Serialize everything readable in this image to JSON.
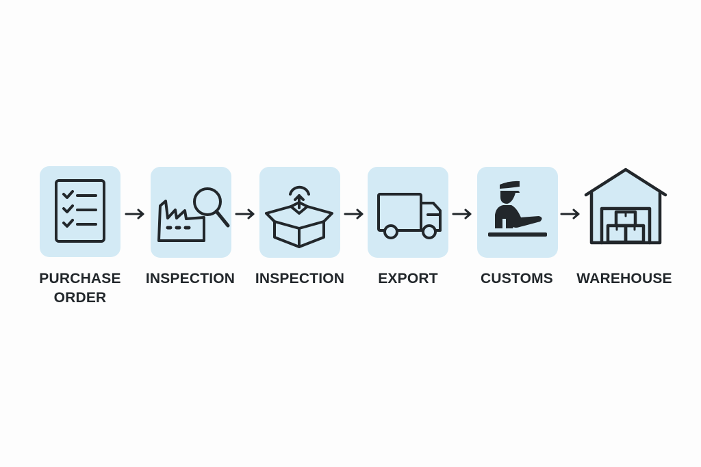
{
  "diagram": {
    "type": "process-flow",
    "direction": "left-to-right",
    "colors": {
      "tile_background": "#d3eaf5",
      "icon_stroke": "#22272b",
      "text": "#22272b",
      "page_background": "#fdfdfd"
    },
    "steps": [
      {
        "id": 1,
        "label_line1": "PURCHASE",
        "label_line2": "ORDER",
        "icon": "checklist-icon"
      },
      {
        "id": 2,
        "label_line1": "INSPECTION",
        "icon": "factory-magnifier-icon"
      },
      {
        "id": 3,
        "label_line1": "INSPECTION",
        "icon": "open-box-icon"
      },
      {
        "id": 4,
        "label_line1": "EXPORT",
        "icon": "truck-icon"
      },
      {
        "id": 5,
        "label_line1": "CUSTOMS",
        "icon": "customs-officer-icon"
      },
      {
        "id": 6,
        "label_line1": "WAREHOUSE",
        "icon": "warehouse-icon"
      }
    ],
    "connectors": [
      {
        "from": 1,
        "to": 2,
        "icon": "arrow-right-icon"
      },
      {
        "from": 2,
        "to": 3,
        "icon": "arrow-right-icon"
      },
      {
        "from": 3,
        "to": 4,
        "icon": "arrow-right-icon"
      },
      {
        "from": 4,
        "to": 5,
        "icon": "arrow-right-icon"
      },
      {
        "from": 5,
        "to": 6,
        "icon": "arrow-right-icon"
      }
    ]
  }
}
